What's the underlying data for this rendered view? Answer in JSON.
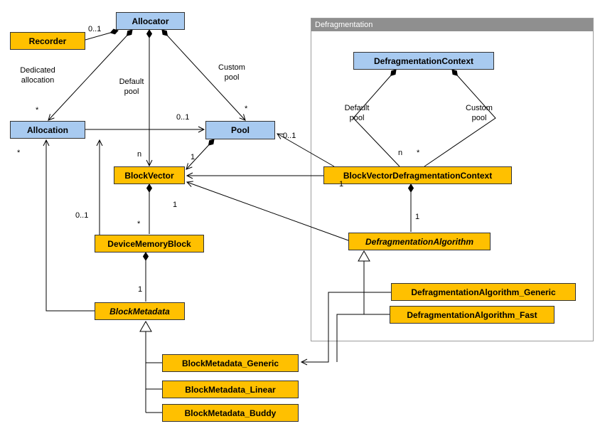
{
  "container": {
    "title": "Defragmentation"
  },
  "nodes": {
    "allocator": "Allocator",
    "recorder": "Recorder",
    "allocation": "Allocation",
    "pool": "Pool",
    "block_vector": "BlockVector",
    "device_memory_block": "DeviceMemoryBlock",
    "block_metadata": "BlockMetadata",
    "defragmentation_context": "DefragmentationContext",
    "block_vector_defragmentation_context": "BlockVectorDefragmentationContext",
    "defragmentation_algorithm": "DefragmentationAlgorithm",
    "defragmentation_algorithm_generic": "DefragmentationAlgorithm_Generic",
    "defragmentation_algorithm_fast": "DefragmentationAlgorithm_Fast",
    "block_metadata_generic": "BlockMetadata_Generic",
    "block_metadata_linear": "BlockMetadata_Linear",
    "block_metadata_buddy": "BlockMetadata_Buddy"
  },
  "labels": {
    "recorder_mult": "0..1",
    "dedicated_allocation": "Dedicated\nallocation",
    "dedicated_mult": "*",
    "default_pool": "Default\npool",
    "default_pool_mult": "n",
    "custom_pool": "Custom\npool",
    "custom_pool_mult": "*",
    "allocation_pool_mult": "0..1",
    "pool_blockvector_mult": "1",
    "metadata_allocation_mult": "*",
    "allocation_block_mult": "0..1",
    "blockvector_block_mult": "*",
    "block_metadata_mult": "1",
    "bvdc_pool_mult": "0..1",
    "bvdc_blockvector_mult": "1",
    "algorithm_blockvector_mult": "1",
    "ctx_default_pool": "Default\npool",
    "ctx_default_pool_mult": "n",
    "ctx_custom_pool": "Custom\npool",
    "ctx_custom_pool_mult": "*",
    "bvdc_algorithm_mult": "1"
  },
  "theme": {
    "class_blue": "#A8CAF0",
    "class_yellow": "#FFC000",
    "container_title_bg": "#8F8F8F",
    "container_border": "#9C9C9C",
    "node_border": "#333333",
    "line_color": "#000000"
  }
}
